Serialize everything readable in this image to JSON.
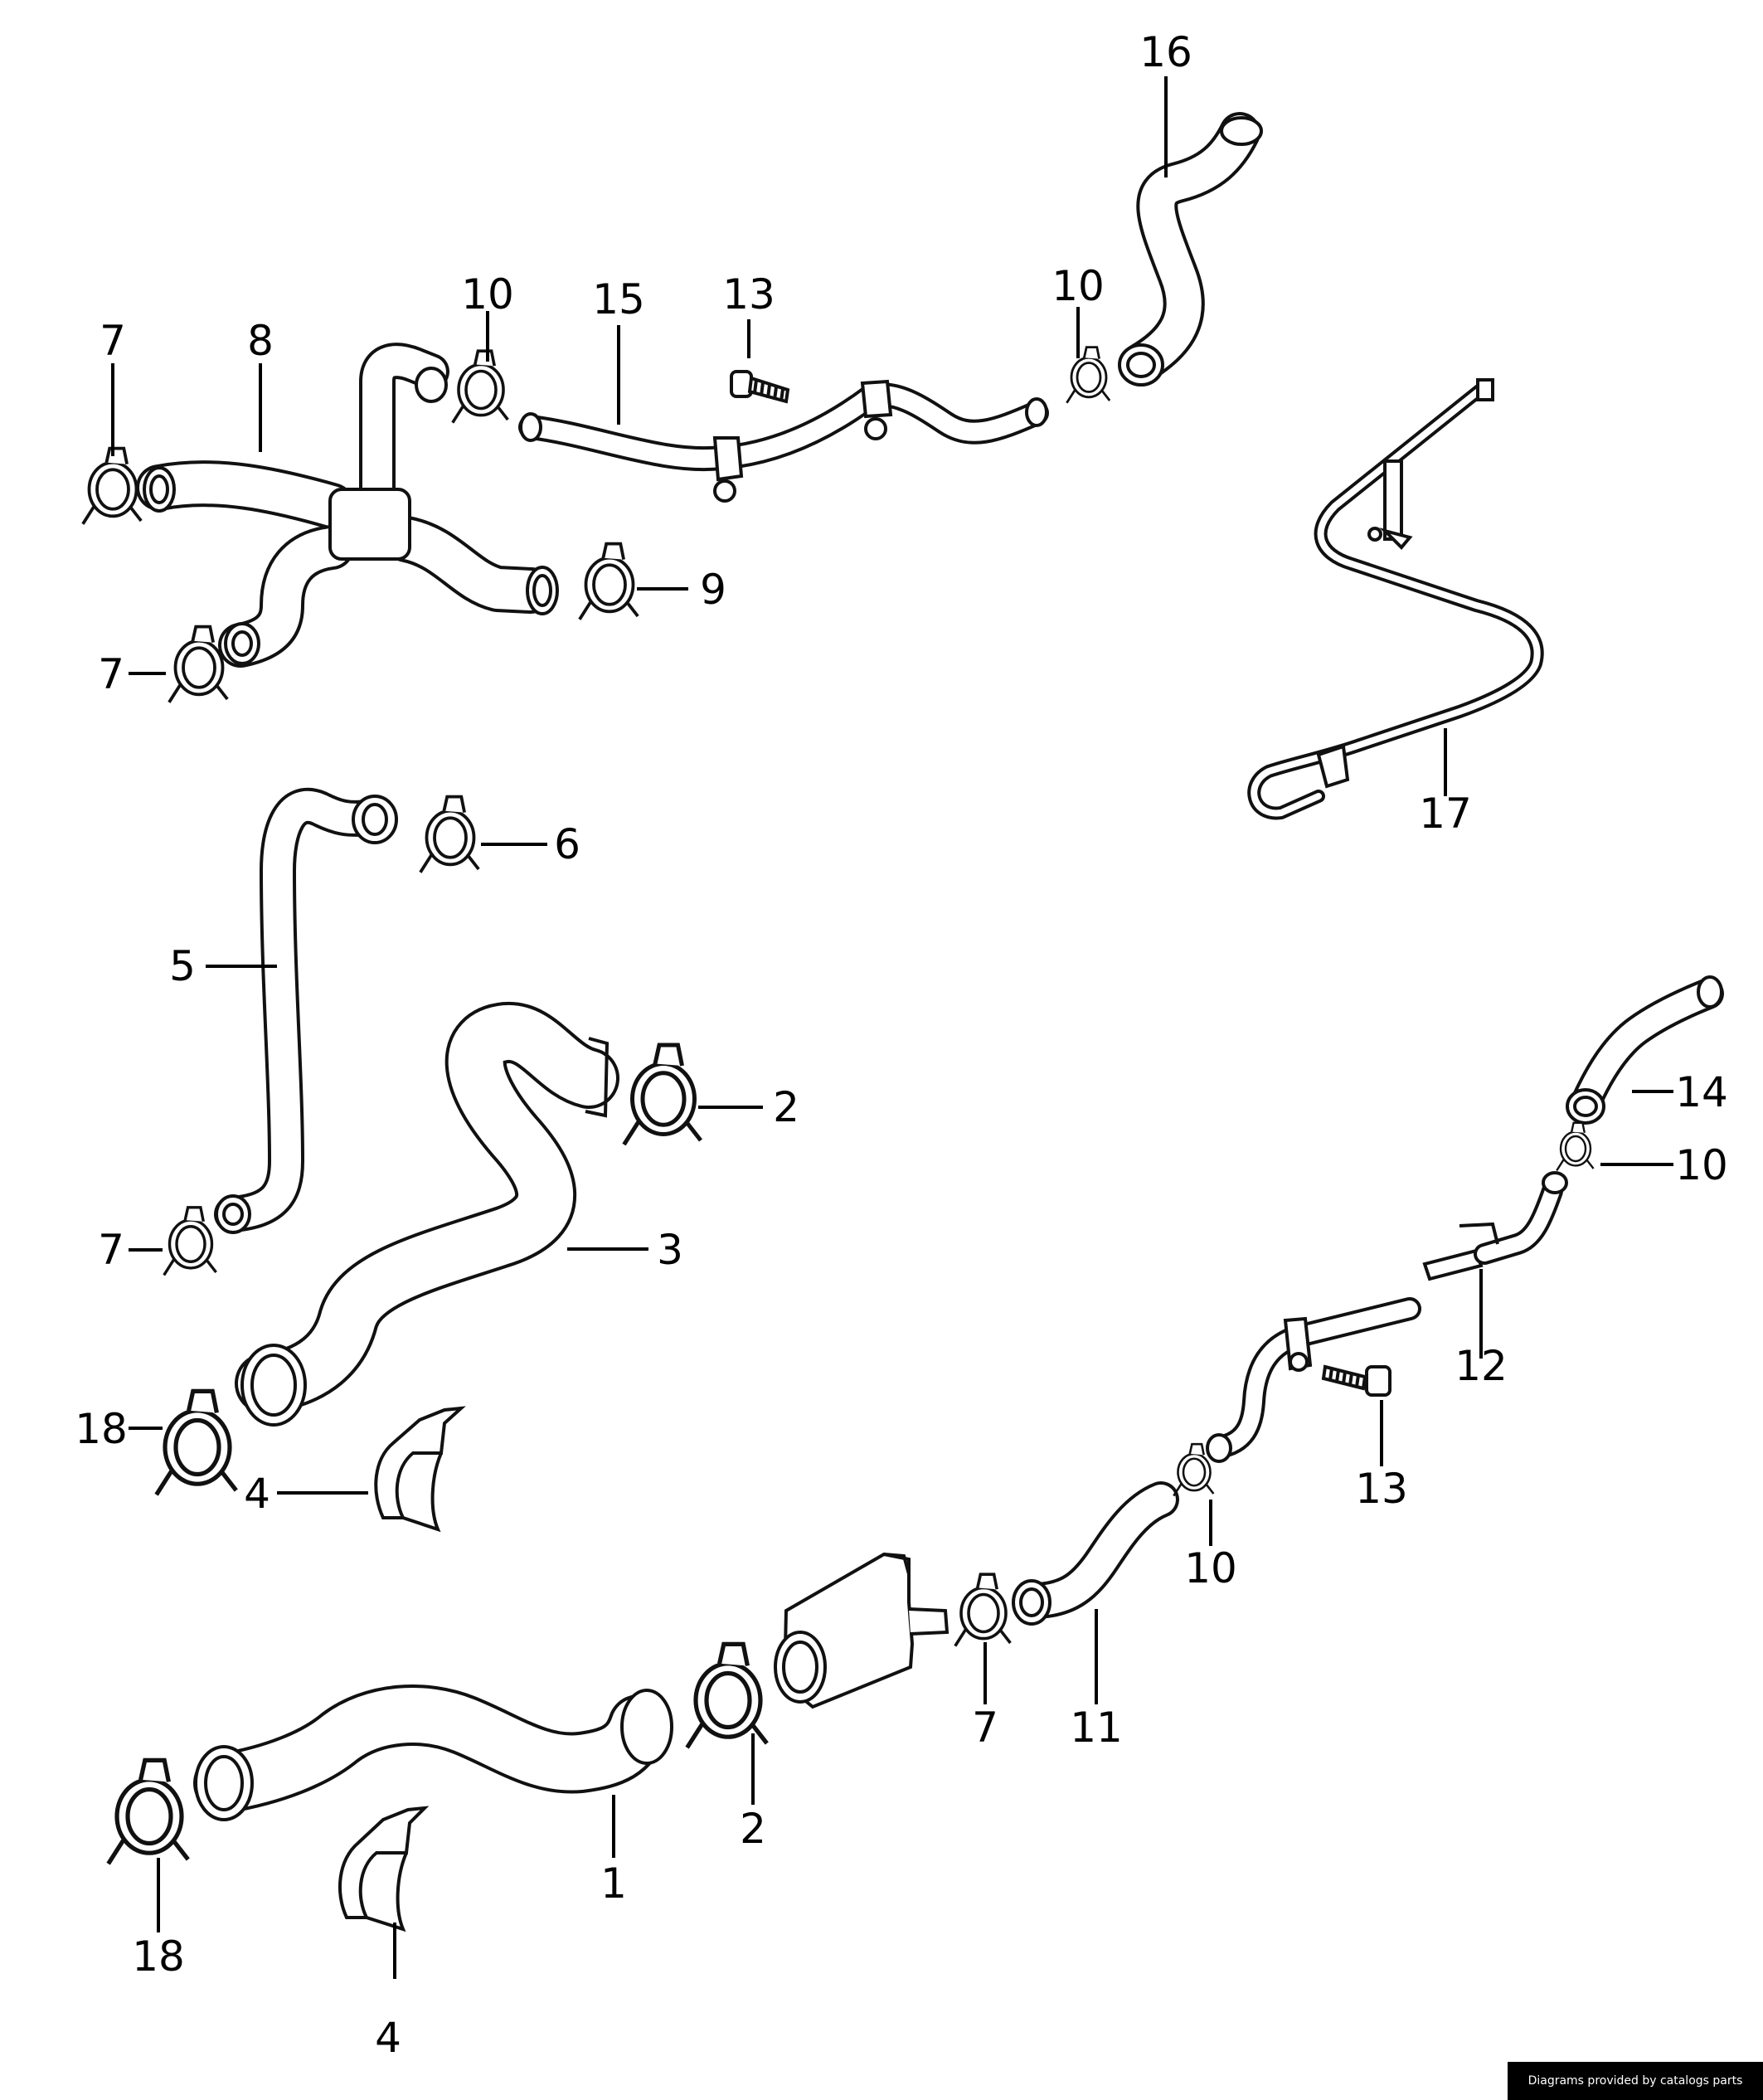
{
  "callouts": [
    {
      "label": "16"
    },
    {
      "label": "10"
    },
    {
      "label": "15"
    },
    {
      "label": "13"
    },
    {
      "label": "10"
    },
    {
      "label": "7"
    },
    {
      "label": "8"
    },
    {
      "label": "9"
    },
    {
      "label": "7"
    },
    {
      "label": "17"
    },
    {
      "label": "6"
    },
    {
      "label": "5"
    },
    {
      "label": "2"
    },
    {
      "label": "3"
    },
    {
      "label": "7"
    },
    {
      "label": "14"
    },
    {
      "label": "10"
    },
    {
      "label": "12"
    },
    {
      "label": "18"
    },
    {
      "label": "4"
    },
    {
      "label": "13"
    },
    {
      "label": "10"
    },
    {
      "label": "7"
    },
    {
      "label": "11"
    },
    {
      "label": "2"
    },
    {
      "label": "1"
    },
    {
      "label": "18"
    },
    {
      "label": "4"
    }
  ],
  "credit": "Diagrams provided by catalogs parts"
}
